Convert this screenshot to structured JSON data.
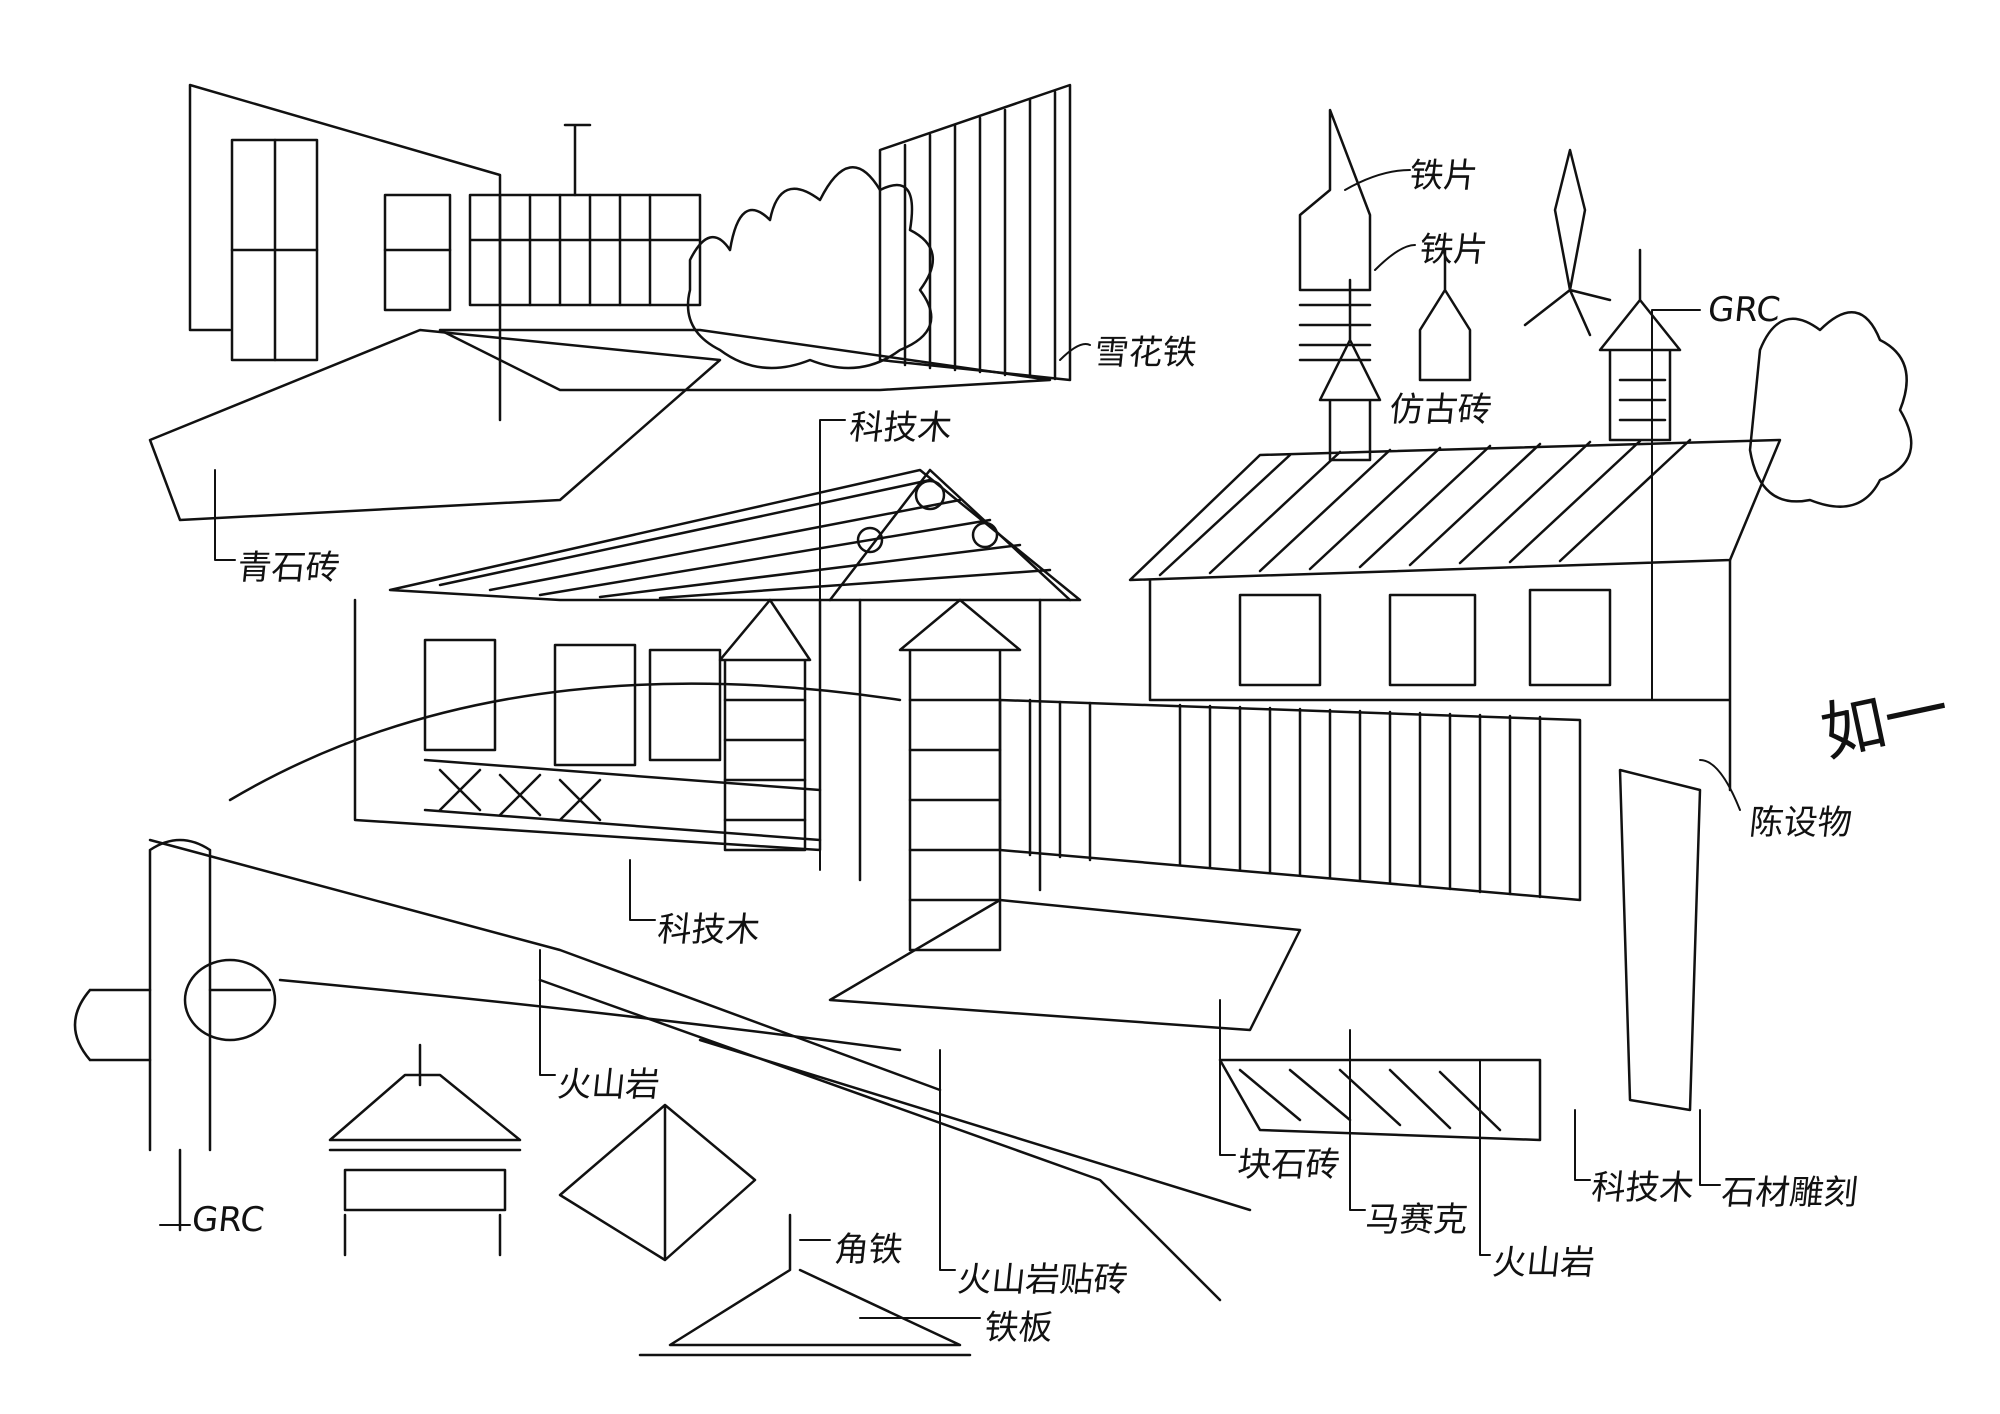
{
  "sketch": {
    "ink_color": "#111111",
    "paper_color": "#ffffff",
    "labels": {
      "iron_sheet_1": "铁片",
      "iron_sheet_2": "铁片",
      "antique_brick": "仿古砖",
      "grc_top": "GRC",
      "snowflake_iron": "雪花铁",
      "tech_wood_top": "科技木",
      "bluestone_brick": "青石砖",
      "furnishings": "陈设物",
      "tech_wood_mid": "科技木",
      "volcanic_rock_left": "火山岩",
      "grc_bottom": "GRC",
      "angle_iron": "角铁",
      "volcanic_rock_tile": "火山岩贴砖",
      "iron_plate": "铁板",
      "block_stone_brick": "块石砖",
      "mosaic": "马赛克",
      "volcanic_rock_right": "火山岩",
      "tech_wood_right": "科技木",
      "stone_carving": "石材雕刻"
    },
    "signature": "如一"
  }
}
